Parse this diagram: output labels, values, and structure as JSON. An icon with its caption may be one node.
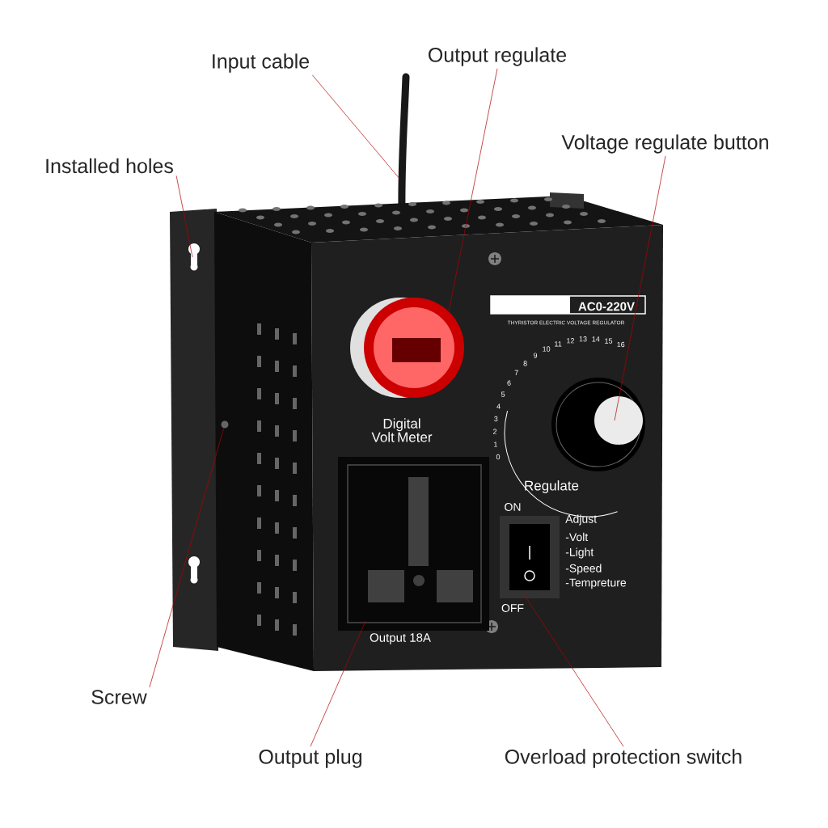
{
  "diagram": {
    "nodes": [
      {
        "text": [
          "Input cable"
        ]
      },
      {
        "text": [
          "Output regulate"
        ]
      },
      {
        "text": [
          "Voltage regulate button"
        ]
      },
      {
        "text": [
          "Installed holes"
        ]
      },
      {
        "text": [
          "Screw"
        ]
      },
      {
        "text": [
          "Output plug"
        ]
      },
      {
        "text": [
          "Overload protection switch"
        ]
      },
      {
        "text": [],
        "shape": "circle"
      }
    ],
    "edges": [
      {
        "from": 0,
        "to": null,
        "arrow": "none"
      },
      {
        "from": 1,
        "to": null,
        "arrow": "none"
      },
      {
        "from": 2,
        "to": null,
        "arrow": "none"
      },
      {
        "from": 3,
        "to": null,
        "arrow": "none"
      },
      {
        "from": 4,
        "to": 7,
        "arrow": "none"
      },
      {
        "from": 5,
        "to": null,
        "arrow": "none"
      },
      {
        "from": 6,
        "to": null,
        "arrow": "none"
      }
    ],
    "labels": [
      "AC0-220V",
      "THYRISTOR ELECTRIC VOLTAGE REGULATOR",
      "0",
      "1",
      "2",
      "3",
      "4",
      "5",
      "6",
      "7",
      "8",
      "9",
      "10",
      "11",
      "12",
      "13",
      "14",
      "15",
      "16",
      "Digital Volt Meter",
      "Regulate",
      "ON",
      "Adjust",
      "-Volt",
      "-Light",
      "-Speed",
      "-Tempreture",
      "OFF",
      "Output 18A"
    ]
  }
}
